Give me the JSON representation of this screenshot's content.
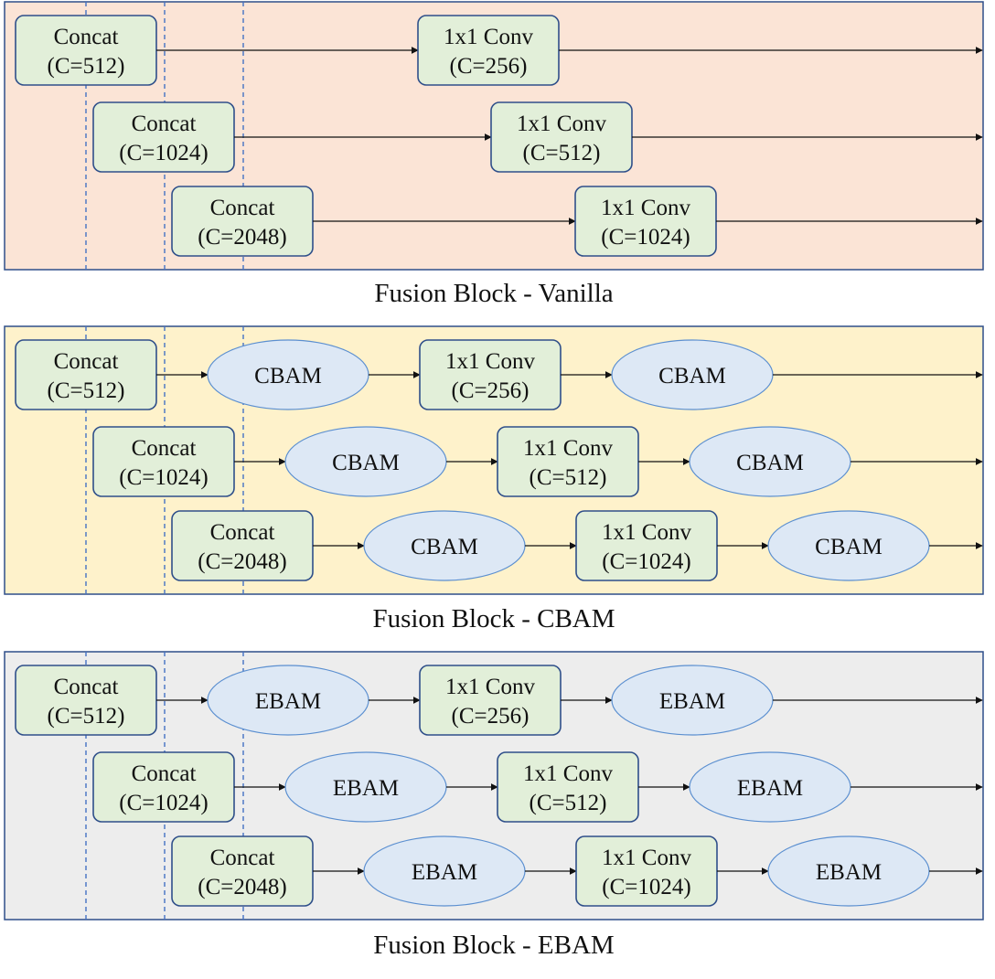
{
  "colors": {
    "vanilla_bg": "#fbe4d6",
    "cbam_bg": "#fef2cb",
    "ebam_bg": "#ededed",
    "panel_border": "#2f4f8a",
    "box_fill": "#e2efd9",
    "box_border": "#2f4f8a",
    "ellipse_fill": "#dde8f5",
    "ellipse_border": "#5b8fd0",
    "divider": "#4472c4",
    "arrow": "#111111"
  },
  "panels": [
    {
      "key": "vanilla",
      "caption": "Fusion Block - Vanilla",
      "rows": [
        [
          {
            "kind": "box",
            "lines": [
              "Concat",
              "(C=512)"
            ]
          },
          {
            "kind": "box",
            "lines": [
              "1x1 Conv",
              "(C=256)"
            ]
          }
        ],
        [
          {
            "kind": "box",
            "lines": [
              "Concat",
              "(C=1024)"
            ]
          },
          {
            "kind": "box",
            "lines": [
              "1x1 Conv",
              "(C=512)"
            ]
          }
        ],
        [
          {
            "kind": "box",
            "lines": [
              "Concat",
              "(C=2048)"
            ]
          },
          {
            "kind": "box",
            "lines": [
              "1x1 Conv",
              "(C=1024)"
            ]
          }
        ]
      ]
    },
    {
      "key": "cbam",
      "caption": "Fusion Block - CBAM",
      "rows": [
        [
          {
            "kind": "box",
            "lines": [
              "Concat",
              "(C=512)"
            ]
          },
          {
            "kind": "ellipse",
            "lines": [
              "CBAM"
            ]
          },
          {
            "kind": "box",
            "lines": [
              "1x1 Conv",
              "(C=256)"
            ]
          },
          {
            "kind": "ellipse",
            "lines": [
              "CBAM"
            ]
          }
        ],
        [
          {
            "kind": "box",
            "lines": [
              "Concat",
              "(C=1024)"
            ]
          },
          {
            "kind": "ellipse",
            "lines": [
              "CBAM"
            ]
          },
          {
            "kind": "box",
            "lines": [
              "1x1 Conv",
              "(C=512)"
            ]
          },
          {
            "kind": "ellipse",
            "lines": [
              "CBAM"
            ]
          }
        ],
        [
          {
            "kind": "box",
            "lines": [
              "Concat",
              "(C=2048)"
            ]
          },
          {
            "kind": "ellipse",
            "lines": [
              "CBAM"
            ]
          },
          {
            "kind": "box",
            "lines": [
              "1x1 Conv",
              "(C=1024)"
            ]
          },
          {
            "kind": "ellipse",
            "lines": [
              "CBAM"
            ]
          }
        ]
      ]
    },
    {
      "key": "ebam",
      "caption": "Fusion Block - EBAM",
      "rows": [
        [
          {
            "kind": "box",
            "lines": [
              "Concat",
              "(C=512)"
            ]
          },
          {
            "kind": "ellipse",
            "lines": [
              "EBAM"
            ]
          },
          {
            "kind": "box",
            "lines": [
              "1x1 Conv",
              "(C=256)"
            ]
          },
          {
            "kind": "ellipse",
            "lines": [
              "EBAM"
            ]
          }
        ],
        [
          {
            "kind": "box",
            "lines": [
              "Concat",
              "(C=1024)"
            ]
          },
          {
            "kind": "ellipse",
            "lines": [
              "EBAM"
            ]
          },
          {
            "kind": "box",
            "lines": [
              "1x1 Conv",
              "(C=512)"
            ]
          },
          {
            "kind": "ellipse",
            "lines": [
              "EBAM"
            ]
          }
        ],
        [
          {
            "kind": "box",
            "lines": [
              "Concat",
              "(C=2048)"
            ]
          },
          {
            "kind": "ellipse",
            "lines": [
              "EBAM"
            ]
          },
          {
            "kind": "box",
            "lines": [
              "1x1 Conv",
              "(C=1024)"
            ]
          },
          {
            "kind": "ellipse",
            "lines": [
              "EBAM"
            ]
          }
        ]
      ]
    }
  ]
}
